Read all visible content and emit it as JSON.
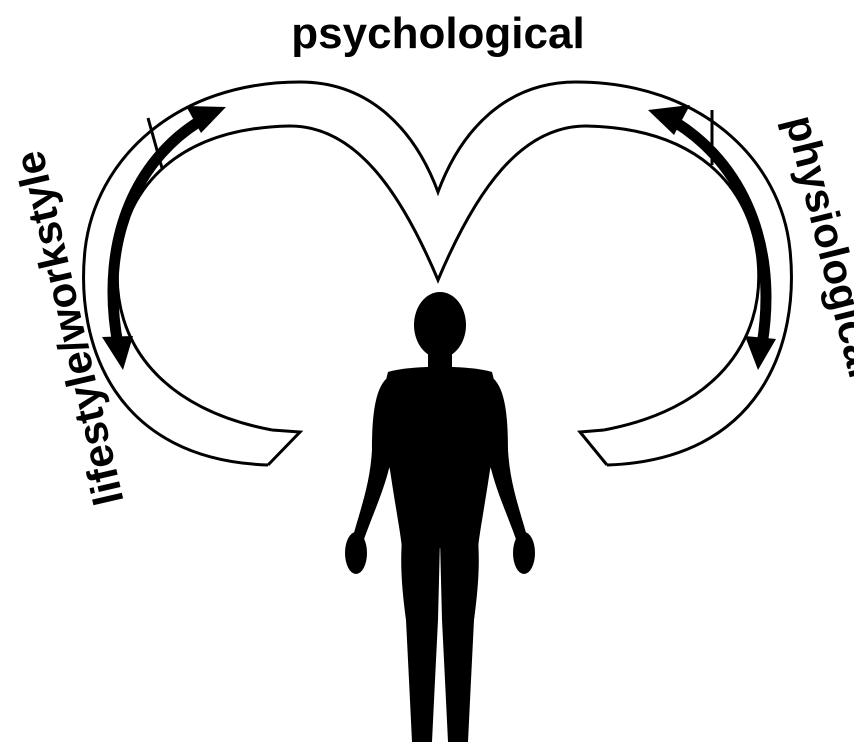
{
  "diagram": {
    "labels": {
      "top": "psychological",
      "right": "physiological",
      "left": "lifestyle/workstyle"
    },
    "ink_color": "#000000",
    "paper_color": "#ffffff",
    "icons": {
      "figure": "human-silhouette-icon",
      "arrows": "double-headed-arrow-icon"
    }
  }
}
